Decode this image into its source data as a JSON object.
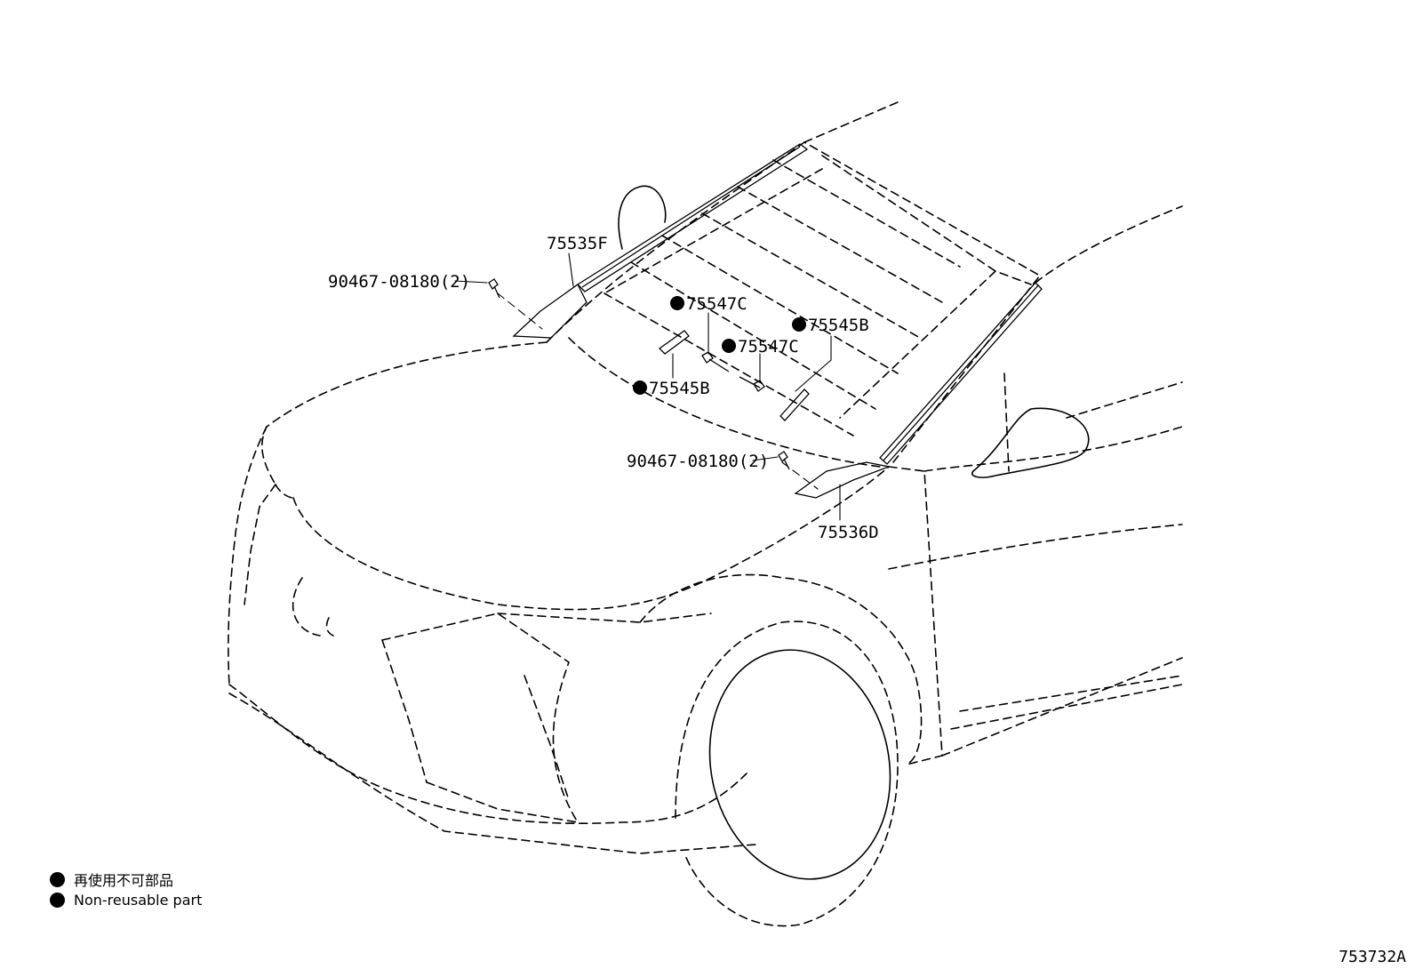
{
  "callouts": {
    "part_75535F": "75535F",
    "screw_upper": "90467-08180(2)",
    "clip_75547C_a": "75547C",
    "clip_75547C_b": "75547C",
    "retainer_75545B_a": "75545B",
    "retainer_75545B_b": "75545B",
    "screw_lower": "90467-08180(2)",
    "part_75536D": "75536D"
  },
  "legend": {
    "japanese": "再使用不可部品",
    "english": "Non-reusable part"
  },
  "illustration_code": "753732A"
}
